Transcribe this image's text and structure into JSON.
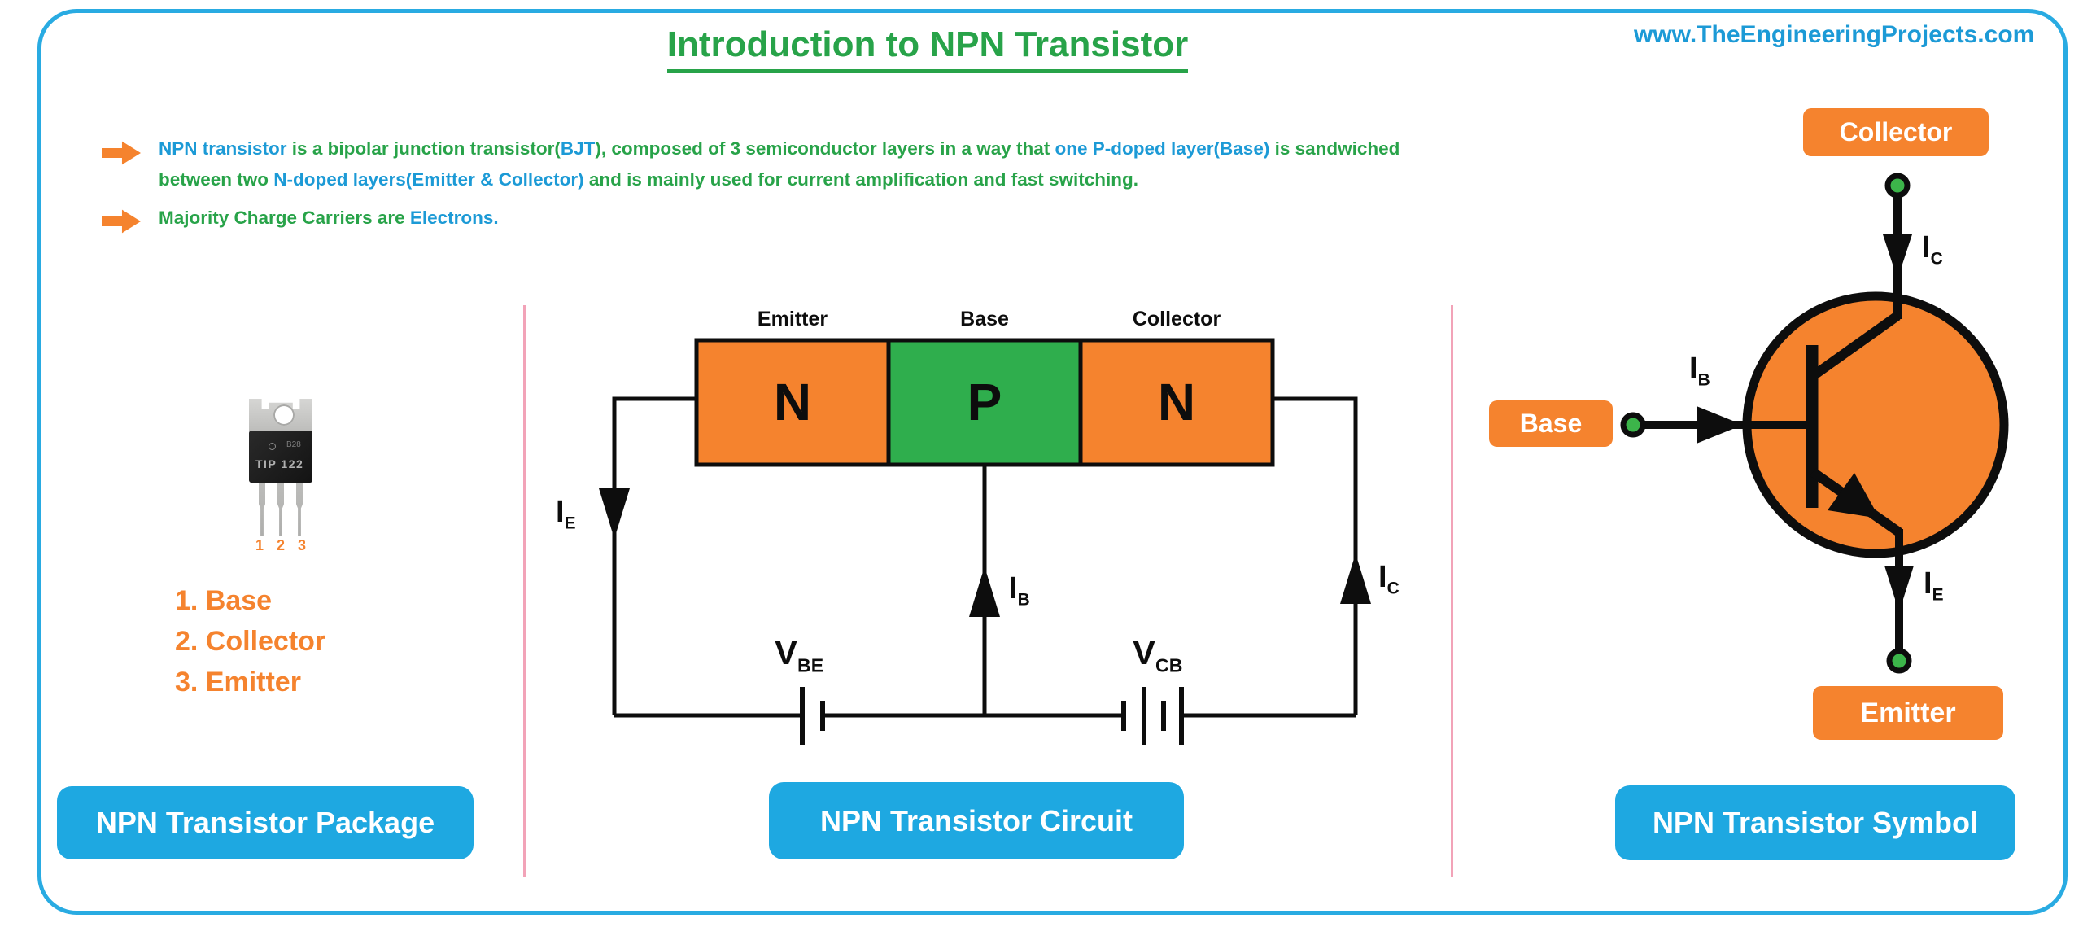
{
  "header": {
    "title": "Introduction to NPN Transistor",
    "website": "www.TheEngineeringProjects.com"
  },
  "bullets": [
    {
      "segments": [
        {
          "text": "NPN transistor",
          "color": "blue"
        },
        {
          "text": " is a bipolar junction transistor(",
          "color": "green"
        },
        {
          "text": "BJT",
          "color": "blue"
        },
        {
          "text": "), composed of 3 semiconductor layers in a way that ",
          "color": "green"
        },
        {
          "text": "one P-doped layer(Base)",
          "color": "blue"
        },
        {
          "text": " is sandwiched between two ",
          "color": "green"
        },
        {
          "text": "N-doped layers(Emitter & Collector)",
          "color": "blue"
        },
        {
          "text": " and is mainly used for current amplification and fast switching.",
          "color": "green"
        }
      ]
    },
    {
      "segments": [
        {
          "text": "Majority Charge Carriers are ",
          "color": "green"
        },
        {
          "text": "Electrons.",
          "color": "blue"
        }
      ]
    }
  ],
  "package": {
    "chip_code": "B28",
    "chip_label": "TIP 122",
    "pin_numbers": [
      "1",
      "2",
      "3"
    ],
    "pin_list": [
      "1. Base",
      "2. Collector",
      "3. Emitter"
    ],
    "caption": "NPN Transistor Package"
  },
  "circuit": {
    "region_labels": [
      "Emitter",
      "Base",
      "Collector"
    ],
    "region_letters": [
      "N",
      "P",
      "N"
    ],
    "currents": [
      {
        "sym": "I",
        "sub": "E"
      },
      {
        "sym": "I",
        "sub": "B"
      },
      {
        "sym": "I",
        "sub": "C"
      }
    ],
    "sources": [
      {
        "sym": "V",
        "sub": "BE"
      },
      {
        "sym": "V",
        "sub": "CB"
      }
    ],
    "caption": "NPN Transistor Circuit"
  },
  "symbol": {
    "terminal_labels": {
      "collector": "Collector",
      "base": "Base",
      "emitter": "Emitter"
    },
    "currents": {
      "collector": {
        "sym": "I",
        "sub": "C"
      },
      "base": {
        "sym": "I",
        "sub": "B"
      },
      "emitter": {
        "sym": "I",
        "sub": "E"
      }
    },
    "caption": "NPN Transistor Symbol"
  },
  "colors": {
    "green_text": "#28A349",
    "blue_text": "#1C9AD6",
    "caption_bg": "#1EA8E1",
    "orange": "#F5832E",
    "p_green": "#2FAE4D",
    "term_green": "#3CB54A",
    "divider_pink": "#F2A3B8",
    "frame_blue": "#29ABE2"
  }
}
